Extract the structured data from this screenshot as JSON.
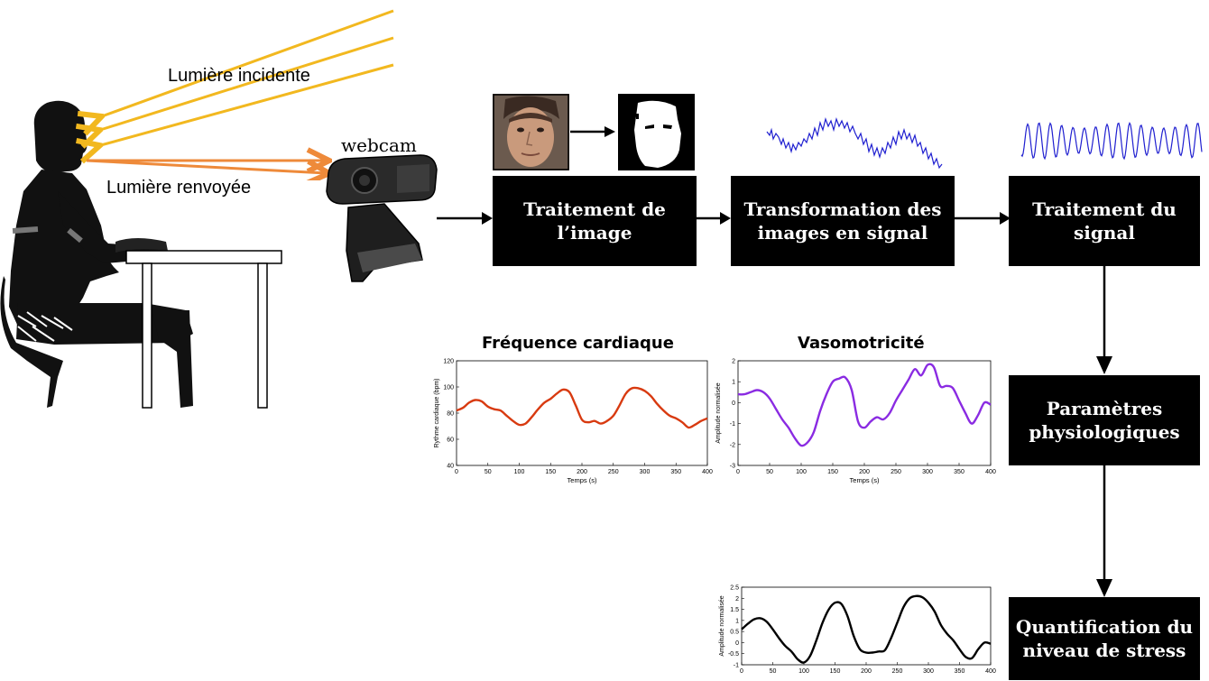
{
  "labels": {
    "incident_light": "Lumière incidente",
    "reflected_light": "Lumière renvoyée",
    "webcam": "webcam"
  },
  "boxes": {
    "image_processing": "Traitement de\nl’image",
    "image_to_signal": "Transformation des\nimages en signal",
    "signal_processing": "Traitement du\nsignal",
    "physio_params": "Paramètres\nphysiologiques",
    "stress_quant": "Quantification du\nniveau de stress"
  },
  "colors": {
    "incident_arrow": "#f2b81f",
    "reflected_arrow": "#ee8a3a",
    "signal_blue": "#1f1fd0",
    "heart_rate": "#d83a10",
    "vasomotor": "#8a2be2",
    "stress": "#000000"
  },
  "chart_data": [
    {
      "id": "heart-rate",
      "type": "line",
      "title": "Fréquence cardiaque",
      "xlabel": "Temps (s)",
      "ylabel": "Rythme cardiaque (bpm)",
      "xlim": [
        0,
        400
      ],
      "ylim": [
        40,
        120
      ],
      "xticks": [
        0,
        50,
        100,
        150,
        200,
        250,
        300,
        350,
        400
      ],
      "yticks": [
        40,
        60,
        80,
        100,
        120
      ],
      "x": [
        0,
        10,
        20,
        30,
        40,
        50,
        60,
        70,
        80,
        90,
        100,
        110,
        120,
        130,
        140,
        150,
        160,
        170,
        180,
        190,
        200,
        210,
        220,
        230,
        240,
        250,
        260,
        270,
        280,
        290,
        300,
        310,
        320,
        330,
        340,
        350,
        360,
        370,
        380,
        390,
        400
      ],
      "series": [
        {
          "values": [
            82,
            84,
            88,
            90,
            89,
            85,
            83,
            82,
            78,
            74,
            71,
            72,
            77,
            83,
            88,
            91,
            95,
            98,
            96,
            86,
            75,
            73,
            74,
            72,
            74,
            78,
            86,
            95,
            99,
            99,
            97,
            93,
            87,
            82,
            78,
            76,
            73,
            69,
            71,
            74,
            76
          ]
        }
      ]
    },
    {
      "id": "vasomotor",
      "type": "line",
      "title": "Vasomotricité",
      "xlabel": "Temps (s)",
      "ylabel": "Amplitude normalisée",
      "xlim": [
        0,
        400
      ],
      "ylim": [
        -3,
        2
      ],
      "xticks": [
        0,
        50,
        100,
        150,
        200,
        250,
        300,
        350,
        400
      ],
      "yticks": [
        -3,
        -2,
        -1,
        0,
        1,
        2
      ],
      "x": [
        0,
        10,
        20,
        30,
        40,
        50,
        60,
        70,
        80,
        90,
        100,
        110,
        120,
        130,
        140,
        150,
        160,
        170,
        180,
        190,
        200,
        210,
        220,
        230,
        240,
        250,
        260,
        270,
        280,
        290,
        300,
        310,
        320,
        330,
        340,
        350,
        360,
        370,
        380,
        390,
        400
      ],
      "series": [
        {
          "values": [
            0.4,
            0.4,
            0.5,
            0.6,
            0.5,
            0.2,
            -0.3,
            -0.8,
            -1.2,
            -1.7,
            -2.05,
            -1.9,
            -1.4,
            -0.4,
            0.4,
            1.0,
            1.15,
            1.2,
            0.6,
            -0.9,
            -1.2,
            -0.9,
            -0.7,
            -0.8,
            -0.5,
            0.1,
            0.6,
            1.1,
            1.6,
            1.3,
            1.8,
            1.7,
            0.8,
            0.8,
            0.7,
            0.1,
            -0.5,
            -1.0,
            -0.6,
            0.0,
            -0.1
          ]
        }
      ]
    },
    {
      "id": "stress",
      "type": "line",
      "title": "",
      "xlabel": "",
      "ylabel": "Amplitude normalisée",
      "xlim": [
        0,
        400
      ],
      "ylim": [
        -1,
        2.5
      ],
      "xticks": [
        0,
        50,
        100,
        150,
        200,
        250,
        300,
        350,
        400
      ],
      "yticks": [
        -1,
        -0.5,
        0,
        0.5,
        1,
        1.5,
        2,
        2.5
      ],
      "x": [
        0,
        10,
        20,
        30,
        40,
        50,
        60,
        70,
        80,
        90,
        100,
        110,
        120,
        130,
        140,
        150,
        160,
        170,
        180,
        190,
        200,
        210,
        220,
        230,
        240,
        250,
        260,
        270,
        280,
        290,
        300,
        310,
        320,
        330,
        340,
        350,
        360,
        370,
        380,
        390,
        400
      ],
      "series": [
        {
          "values": [
            0.6,
            0.85,
            1.05,
            1.1,
            0.95,
            0.6,
            0.2,
            -0.15,
            -0.4,
            -0.75,
            -0.9,
            -0.6,
            0.1,
            0.9,
            1.5,
            1.8,
            1.75,
            1.2,
            0.3,
            -0.3,
            -0.45,
            -0.45,
            -0.4,
            -0.35,
            0.2,
            0.9,
            1.6,
            2.0,
            2.1,
            2.05,
            1.8,
            1.4,
            0.8,
            0.4,
            0.1,
            -0.3,
            -0.65,
            -0.7,
            -0.3,
            0.0,
            -0.05
          ]
        }
      ]
    }
  ]
}
